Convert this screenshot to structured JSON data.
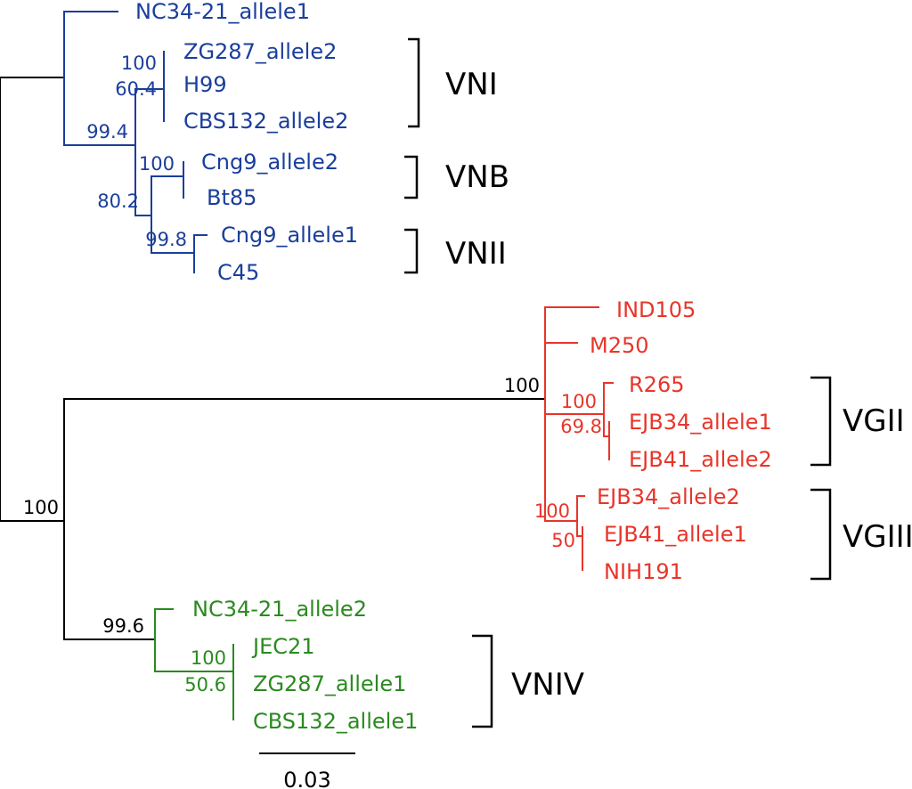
{
  "colors": {
    "blue": "#1a3e9c",
    "red": "#e8352a",
    "green": "#2a8a1f",
    "black": "#000000"
  },
  "taxa": {
    "nc34_21_allele1": "NC34-21_allele1",
    "zg287_allele2": "ZG287_allele2",
    "h99": "H99",
    "cbs132_allele2": "CBS132_allele2",
    "cng9_allele2": "Cng9_allele2",
    "bt85": "Bt85",
    "cng9_allele1": "Cng9_allele1",
    "c45": "C45",
    "ind105": "IND105",
    "m250": "M250",
    "r265": "R265",
    "ejb34_allele1": "EJB34_allele1",
    "ejb41_allele2": "EJB41_allele2",
    "ejb34_allele2": "EJB34_allele2",
    "ejb41_allele1": "EJB41_allele1",
    "nih191": "NIH191",
    "nc34_21_allele2": "NC34-21_allele2",
    "jec21": "JEC21",
    "zg287_allele1": "ZG287_allele1",
    "cbs132_allele1": "CBS132_allele1"
  },
  "support": {
    "vni_inner": "100",
    "vni_h99": "60.4",
    "vn_blue": "99.4",
    "vnb": "100",
    "vnb_vnii": "80.2",
    "vnii": "99.8",
    "gattii": "100",
    "vgii_inner": "100",
    "vgii": "69.8",
    "vgiii": "100",
    "vgiii_inner": "50",
    "root": "100",
    "vniv_clade": "99.6",
    "vniv_inner": "100",
    "vniv": "50.6"
  },
  "clades": {
    "vni": "VNI",
    "vnb": "VNB",
    "vnii": "VNII",
    "vgii": "VGII",
    "vgiii": "VGIII",
    "vniv": "VNIV"
  },
  "scale_bar": {
    "label": "0.03"
  }
}
